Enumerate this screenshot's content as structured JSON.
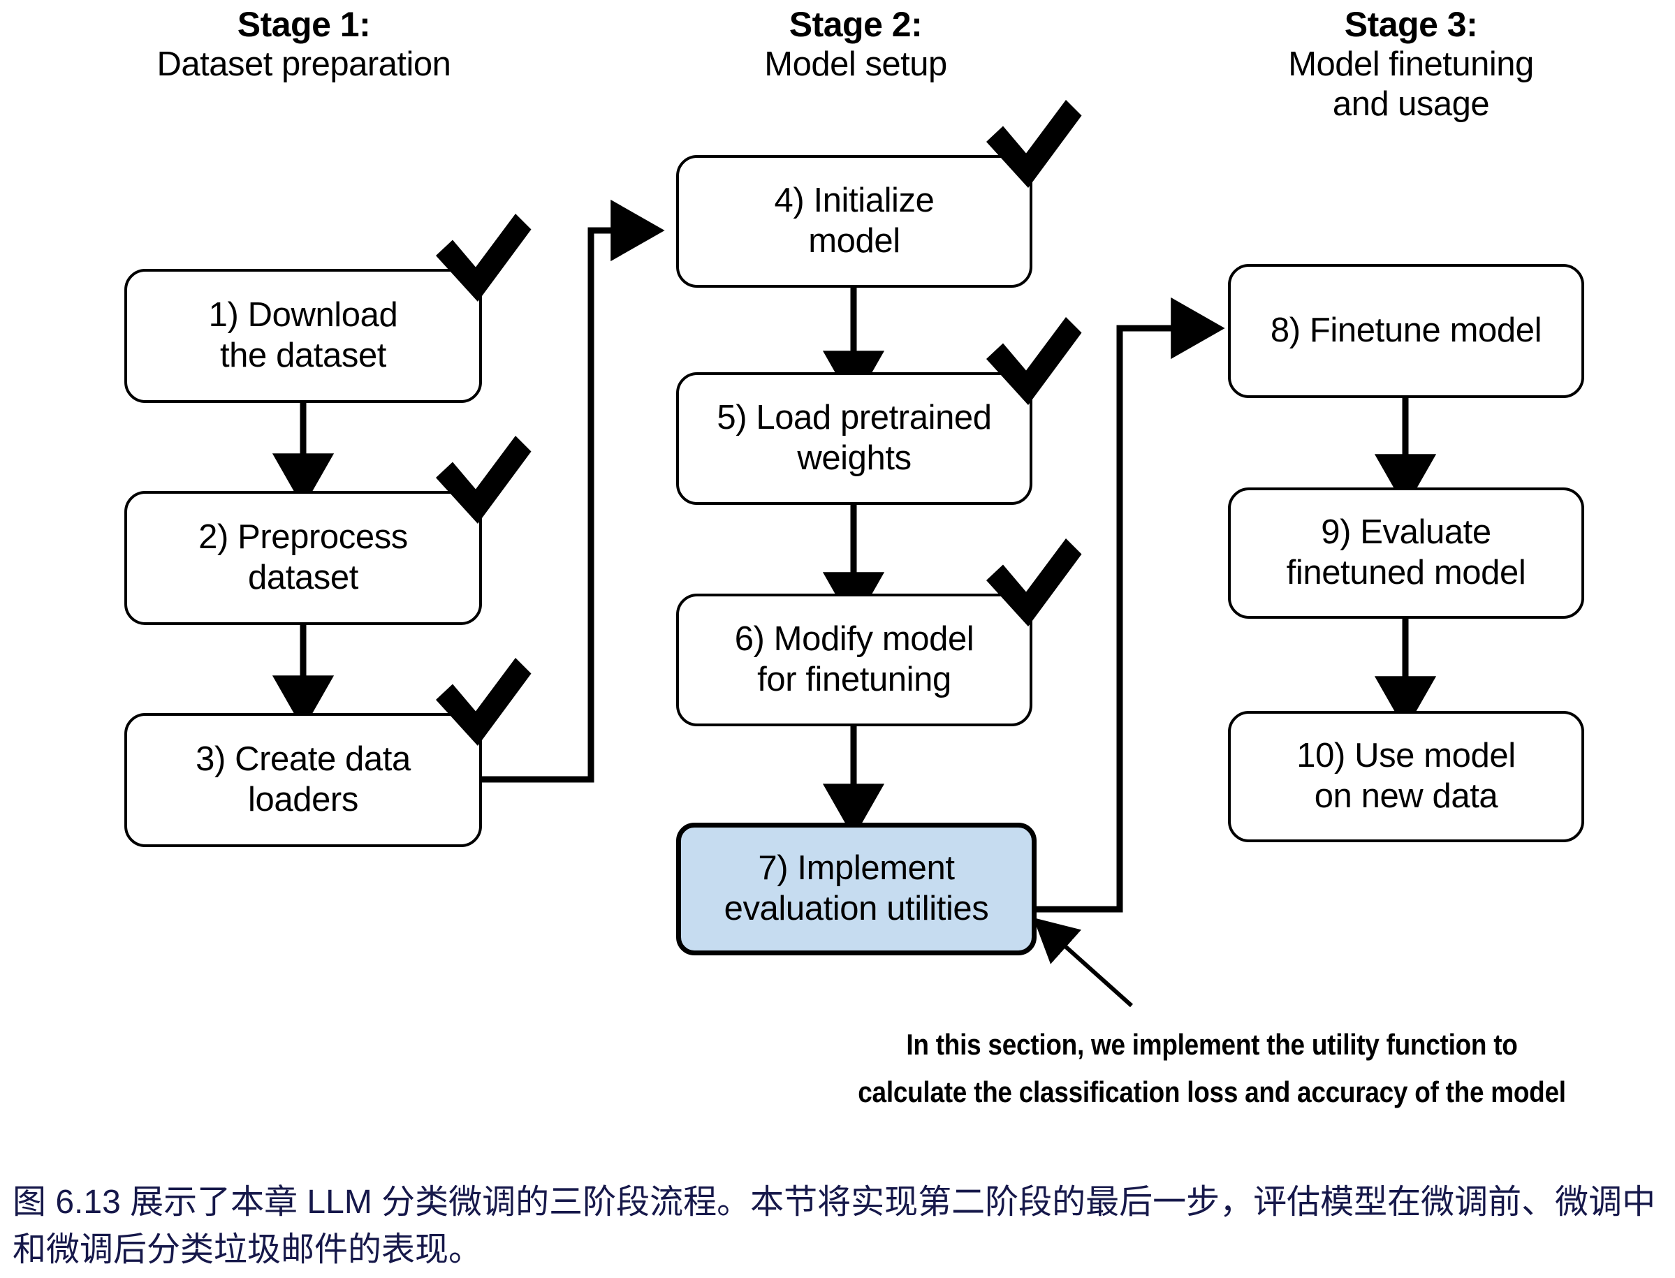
{
  "figure": {
    "stages": [
      {
        "title": "Stage 1:",
        "subtitle": "Dataset preparation"
      },
      {
        "title": "Stage 2:",
        "subtitle": "Model setup"
      },
      {
        "title": "Stage 3:",
        "subtitle": "Model finetuning\nand usage"
      }
    ],
    "nodes": [
      {
        "id": 1,
        "label": "1) Download\nthe dataset",
        "state": "done",
        "check": true
      },
      {
        "id": 2,
        "label": "2) Preprocess\ndataset",
        "state": "done",
        "check": true
      },
      {
        "id": 3,
        "label": "3) Create data\nloaders",
        "state": "done",
        "check": true
      },
      {
        "id": 4,
        "label": "4) Initialize\nmodel",
        "state": "done",
        "check": true
      },
      {
        "id": 5,
        "label": "5) Load pretrained\nweights",
        "state": "done",
        "check": true
      },
      {
        "id": 6,
        "label": "6) Modify model\nfor finetuning",
        "state": "done",
        "check": true
      },
      {
        "id": 7,
        "label": "7) Implement\nevaluation utilities",
        "state": "current",
        "check": false
      },
      {
        "id": 8,
        "label": "8) Finetune model",
        "state": "todo",
        "check": false
      },
      {
        "id": 9,
        "label": "9) Evaluate\nfinetuned model",
        "state": "todo",
        "check": false
      },
      {
        "id": 10,
        "label": "10) Use model\non new data",
        "state": "todo",
        "check": false
      }
    ],
    "annotation": "In this section, we implement the utility function to\ncalculate the classification loss and accuracy of the model",
    "caption": "图 6.13 展示了本章 LLM 分类微调的三阶段流程。本节将实现第二阶段的最后一步，评估模型在微调前、微调中和微调后分类垃圾邮件的表现。",
    "colors": {
      "highlight_fill": "#c6dcf0",
      "stroke": "#000000",
      "background": "#ffffff",
      "caption_text": "#16184a"
    }
  }
}
